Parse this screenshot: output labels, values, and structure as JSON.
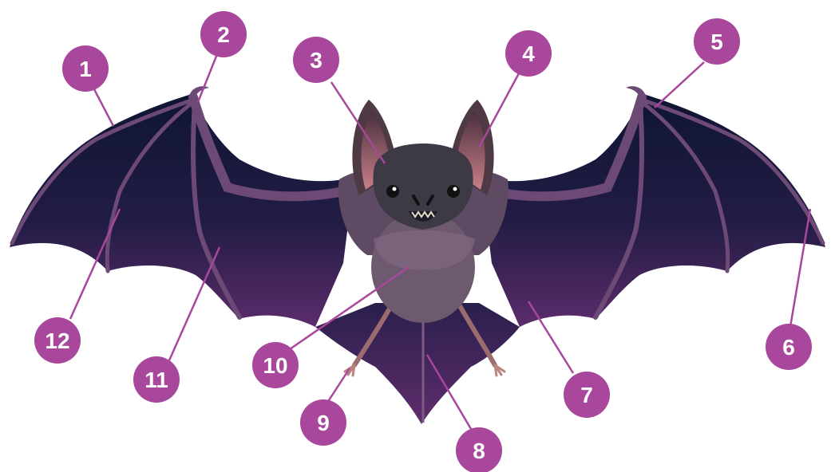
{
  "colors": {
    "badge": "#a8479b",
    "badge_text": "#ffffff",
    "leader": "#a8479b",
    "wing_dark": "#141a38",
    "wing_light": "#5a2a6a",
    "bone": "#6d4a76",
    "body": "#6e5a6f",
    "head": "#3d3945",
    "ear_inner": "#c47a80"
  },
  "callouts": [
    {
      "label": "1"
    },
    {
      "label": "2"
    },
    {
      "label": "3"
    },
    {
      "label": "4"
    },
    {
      "label": "5"
    },
    {
      "label": "6"
    },
    {
      "label": "7"
    },
    {
      "label": "8"
    },
    {
      "label": "9"
    },
    {
      "label": "10"
    },
    {
      "label": "11"
    },
    {
      "label": "12"
    }
  ]
}
